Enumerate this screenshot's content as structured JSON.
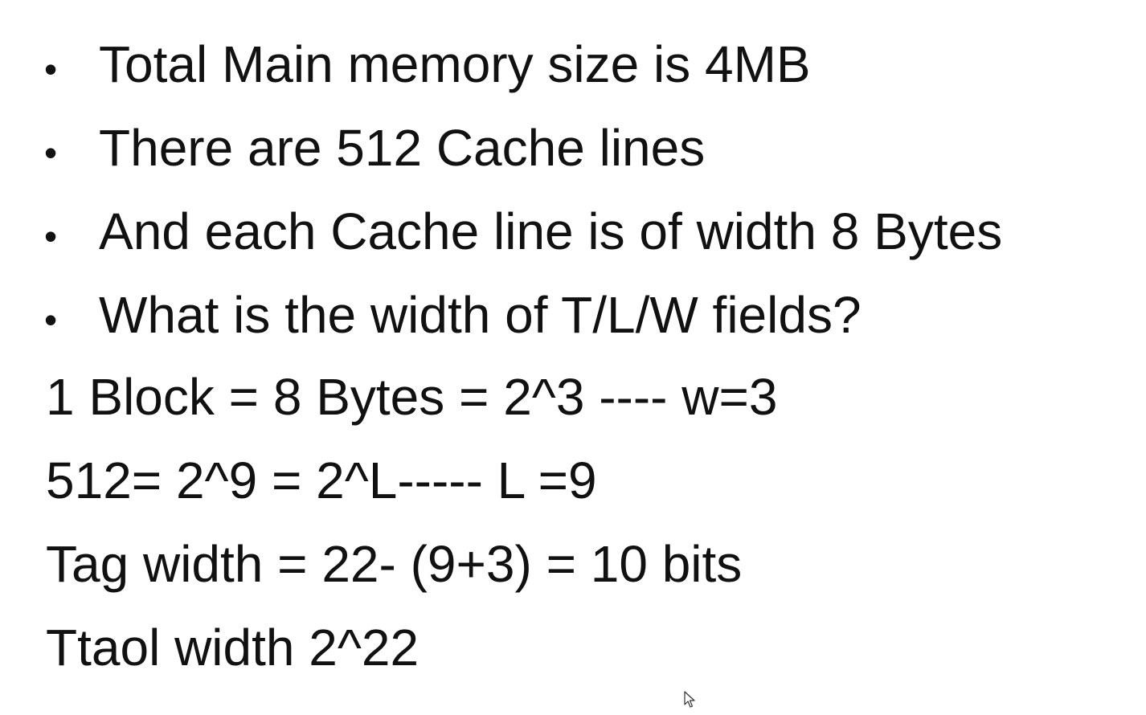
{
  "bullets": [
    {
      "text": "Total Main memory size is 4MB"
    },
    {
      "text": "There are 512 Cache lines"
    },
    {
      "text": "And each Cache line is of width 8 Bytes"
    },
    {
      "text": "What is the width of T/L/W fields?"
    }
  ],
  "bullet_symbol": "•",
  "work_lines": [
    {
      "text": "1 Block = 8 Bytes = 2^3 ---- w=3"
    },
    {
      "text": "512= 2^9 = 2^L----- L =9"
    },
    {
      "text": "Tag width = 22- (9+3) = 10 bits"
    },
    {
      "text": "Ttaol width 2^22"
    }
  ],
  "icons": {
    "cursor": "mouse-pointer-icon"
  }
}
